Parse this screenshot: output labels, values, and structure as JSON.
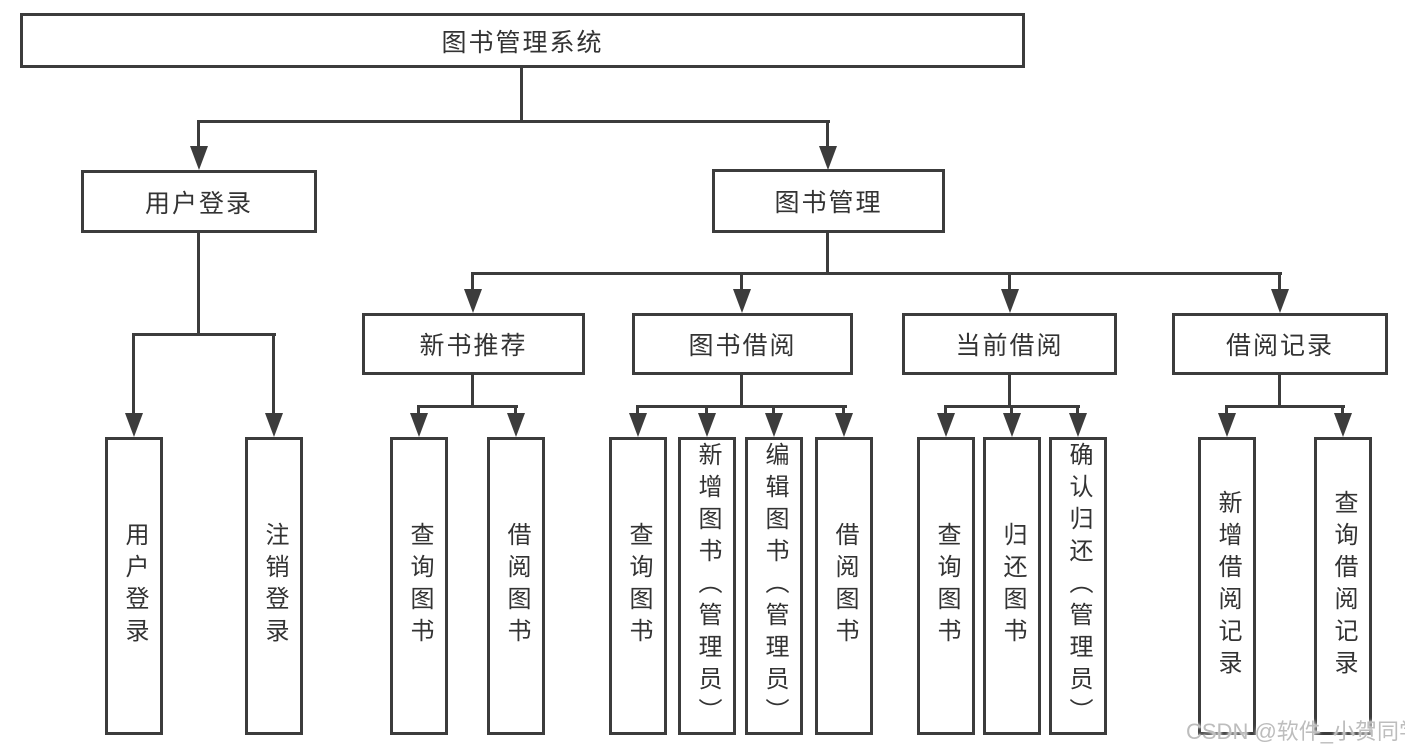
{
  "diagram": {
    "root": {
      "label": "图书管理系统"
    },
    "level2": [
      {
        "label": "用户登录"
      },
      {
        "label": "图书管理"
      }
    ],
    "level3": [
      {
        "label": "新书推荐"
      },
      {
        "label": "图书借阅"
      },
      {
        "label": "当前借阅"
      },
      {
        "label": "借阅记录"
      }
    ],
    "leaves": {
      "user_login": [
        "用户登录",
        "注销登录"
      ],
      "new_books": [
        "查询图书",
        "借阅图书"
      ],
      "borrowing": [
        "查询图书",
        "新增图书（管理员）",
        "编辑图书（管理员）",
        "借阅图书"
      ],
      "current": [
        "查询图书",
        "归还图书",
        "确认归还（管理员）"
      ],
      "records": [
        "新增借阅记录",
        "查询借阅记录"
      ]
    }
  },
  "watermark": {
    "text": "CSDN @软件_小贺同学"
  },
  "colors": {
    "line": "#3c3c3c",
    "text": "#333333",
    "watermark": "#bdbdbd",
    "background": "#ffffff"
  }
}
